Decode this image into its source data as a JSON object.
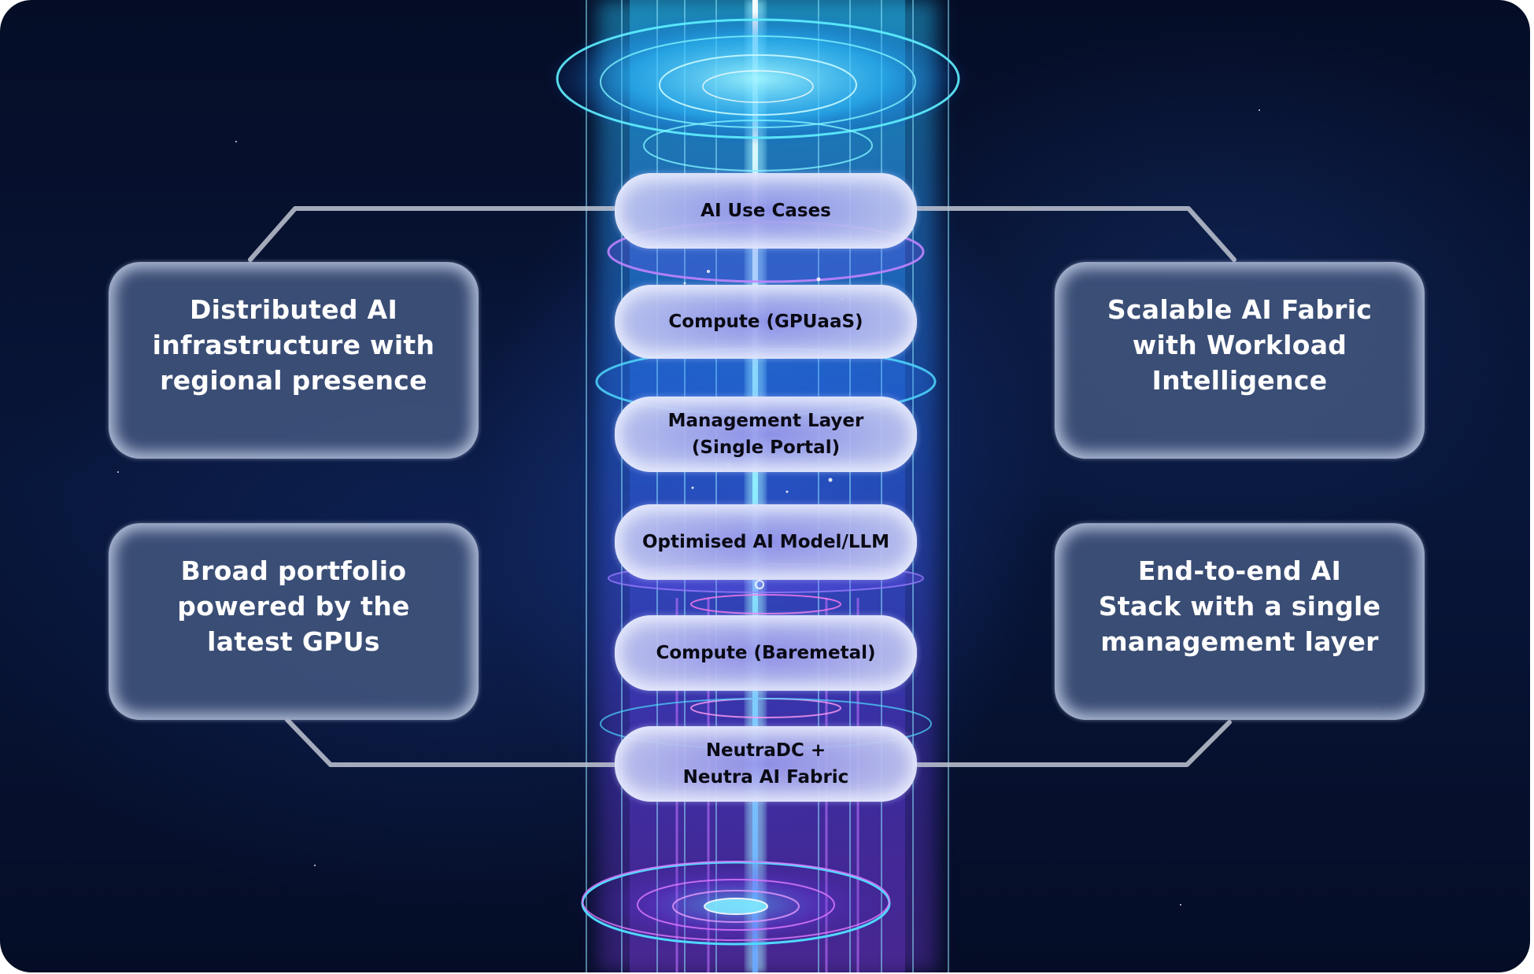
{
  "diagram": {
    "stack_layers": [
      {
        "label": "AI Use Cases"
      },
      {
        "label": "Compute (GPUaaS)"
      },
      {
        "label": "Management Layer\n(Single Portal)"
      },
      {
        "label": "Optimised AI Model/LLM"
      },
      {
        "label": "Compute (Baremetal)"
      },
      {
        "label": "NeutraDC +\nNeutra AI Fabric"
      }
    ],
    "feature_cards": {
      "top_left": "Distributed AI\ninfrastructure with\nregional presence",
      "bottom_left": "Broad portfolio\npowered by the\nlatest GPUs",
      "top_right": "Scalable AI Fabric\nwith Workload\nIntelligence",
      "bottom_right": "End-to-end AI\nStack with a single\nmanagement layer"
    },
    "colors": {
      "background": "#08163a",
      "beam_cyan": "#3fd8ff",
      "beam_purple": "#b35cff",
      "connector": "#b8bfcc",
      "card_fill": "#3e527a",
      "pill_fill": "#b9bef0"
    }
  }
}
